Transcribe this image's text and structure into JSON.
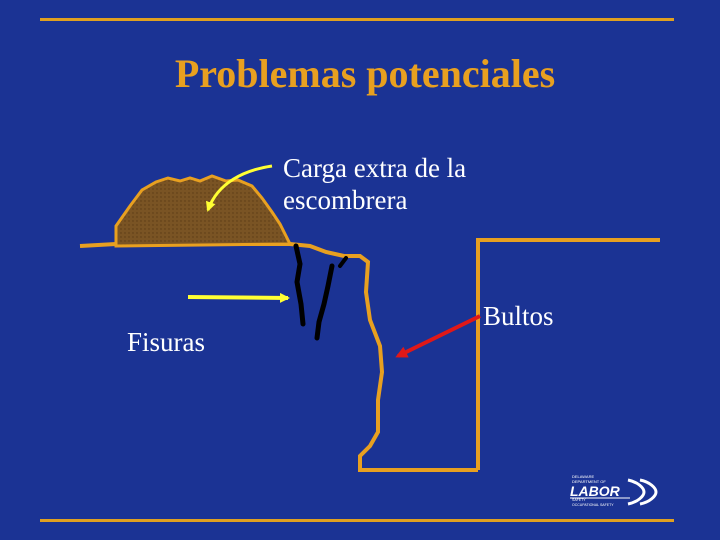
{
  "slide": {
    "title": "Problemas potenciales",
    "labels": {
      "load": "Carga extra de la escombrera",
      "cracks": "Fisuras",
      "bulges": "Bultos"
    },
    "logo": {
      "line1": "DELAWARE",
      "line2": "DEPARTMENT OF",
      "main": "LABOR",
      "line3": "SAFETY",
      "line4": "OCCUPATIONAL SAFETY"
    }
  },
  "colors": {
    "background": "#1b3394",
    "accent": "#e8a020",
    "spoil": "#7a5424",
    "arrow_yellow": "#ffff33",
    "arrow_red": "#e01818",
    "text": "#ffffff"
  }
}
